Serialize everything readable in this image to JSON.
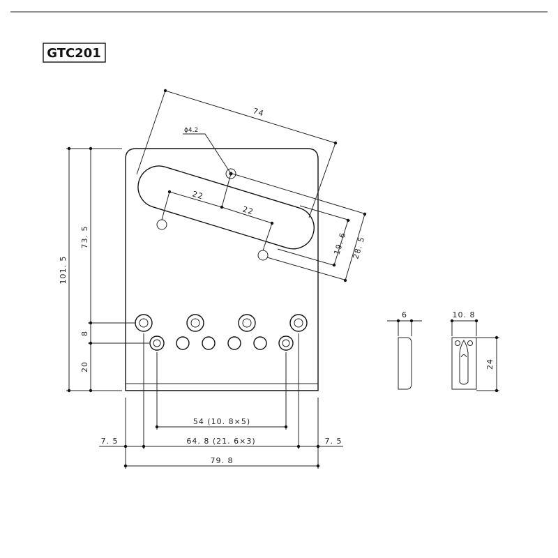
{
  "title": "GTC201",
  "dimensions": {
    "slot_length": "74",
    "hole_diameter": "ϕ4.2",
    "hole_spacing_left": "22",
    "hole_spacing_right": "22",
    "slot_offset_inner": "19. 6",
    "slot_offset_outer": "28. 5",
    "total_height": "101. 5",
    "top_to_holes": "73. 5",
    "row_gap": "8",
    "bottom_to_holes": "20",
    "inner_span": "54 (10. 8×5)",
    "outer_span": "64. 8 (21. 6×3)",
    "left_margin": "7. 5",
    "right_margin": "7. 5",
    "total_width": "79. 8",
    "saddle_side_width": "6",
    "saddle_front_width": "10. 8",
    "saddle_height": "24"
  },
  "colors": {
    "line": "#222222",
    "background": "#ffffff"
  }
}
